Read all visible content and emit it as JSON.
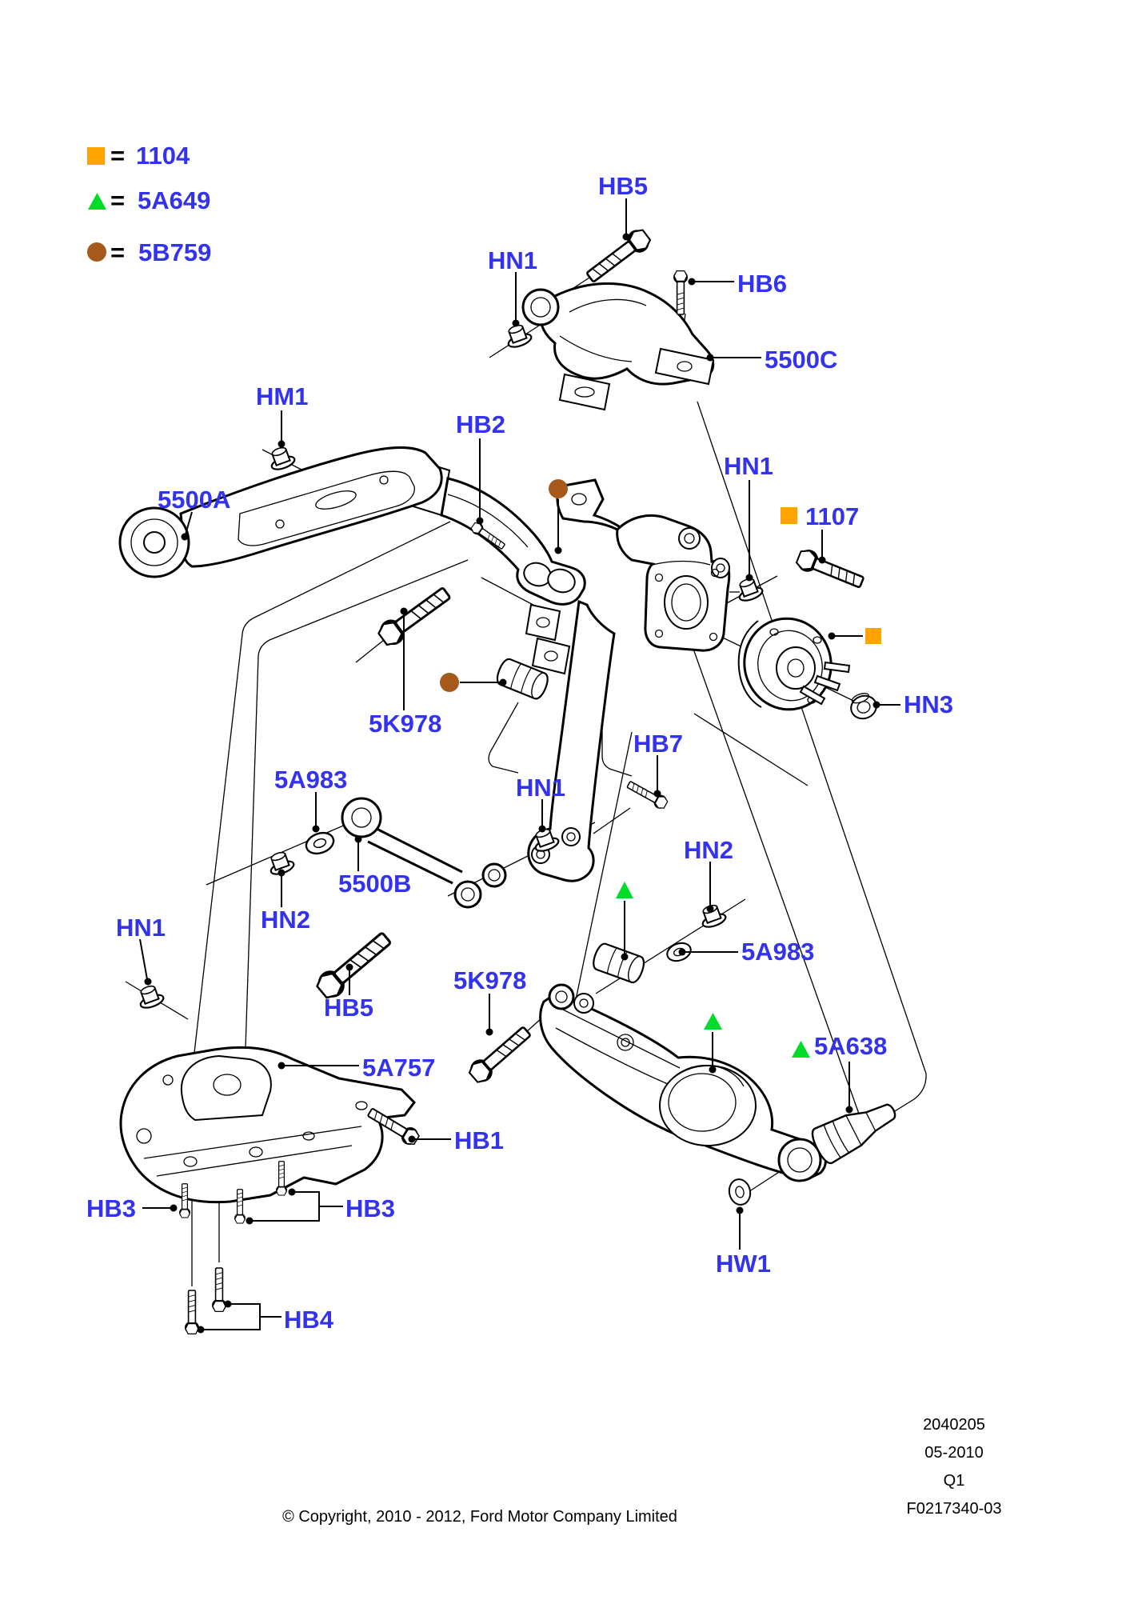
{
  "legend": {
    "equals_sign": "=",
    "items": [
      {
        "name": "square-marker",
        "code": "1104"
      },
      {
        "name": "triangle-marker",
        "code": "5A649"
      },
      {
        "name": "circle-marker",
        "code": "5B759"
      }
    ]
  },
  "labels": {
    "hb5_top": "HB5",
    "hn1_top": "HN1",
    "hb6": "HB6",
    "c5500c": "5500C",
    "hm1": "HM1",
    "hb2": "HB2",
    "a5500a": "5500A",
    "hn1_right": "HN1",
    "n1107": "1107",
    "hn3": "HN3",
    "k5978_a": "5K978",
    "a5983_a": "5A983",
    "hn1_mid": "HN1",
    "b5500b": "5500B",
    "hn2_a": "HN2",
    "hb5_b": "HB5",
    "k5978_b": "5K978",
    "hb7": "HB7",
    "hn2_b": "HN2",
    "a5983_b": "5A983",
    "hn1_left": "HN1",
    "a5757": "5A757",
    "hb1": "HB1",
    "hb3_a": "HB3",
    "hb3_b": "HB3",
    "hb4": "HB4",
    "hw1": "HW1",
    "a5638": "5A638"
  },
  "colors": {
    "label_blue": "#3333EE",
    "marker_orange": "#FFA400",
    "marker_green": "#00DC28",
    "marker_brown": "#A55A1C",
    "line": "#000000",
    "background": "#FFFFFF"
  },
  "footer": {
    "doc_number": "2040205",
    "date": "05-2010",
    "quarter": "Q1",
    "figure_code": "F0217340-03",
    "copyright": "© Copyright, 2010 - 2012, Ford Motor Company Limited"
  }
}
